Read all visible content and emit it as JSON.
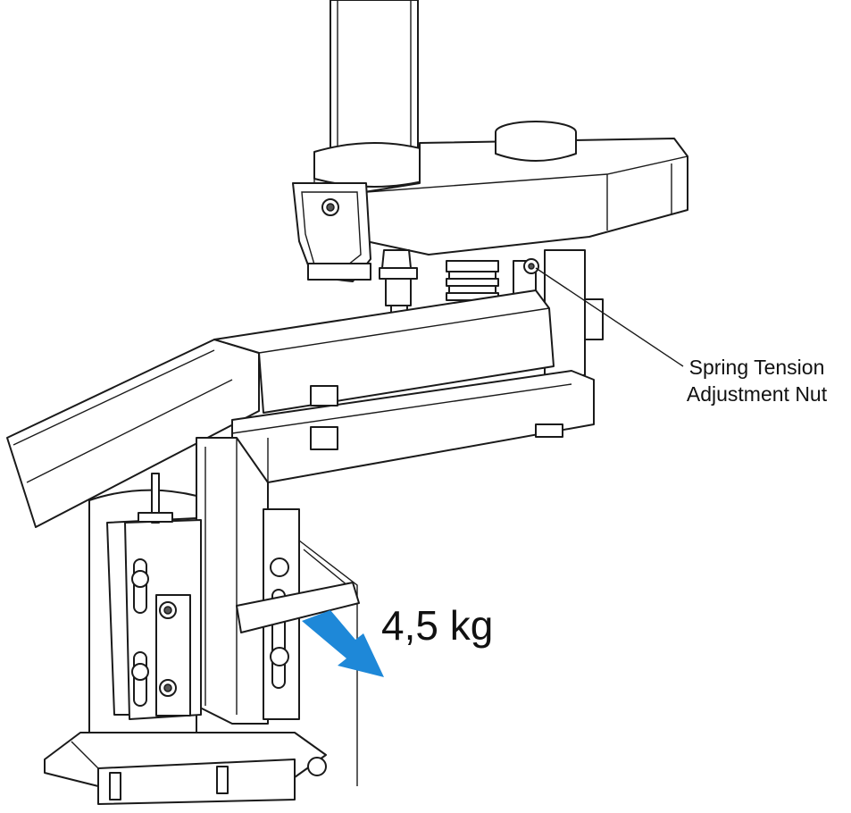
{
  "figure": {
    "callout": {
      "line1": "Spring Tension",
      "line2": "Adjustment Nut"
    },
    "weight_label": "4,5 kg",
    "arrow_color": "#1e88d8",
    "line_color": "#1a1a1a"
  }
}
